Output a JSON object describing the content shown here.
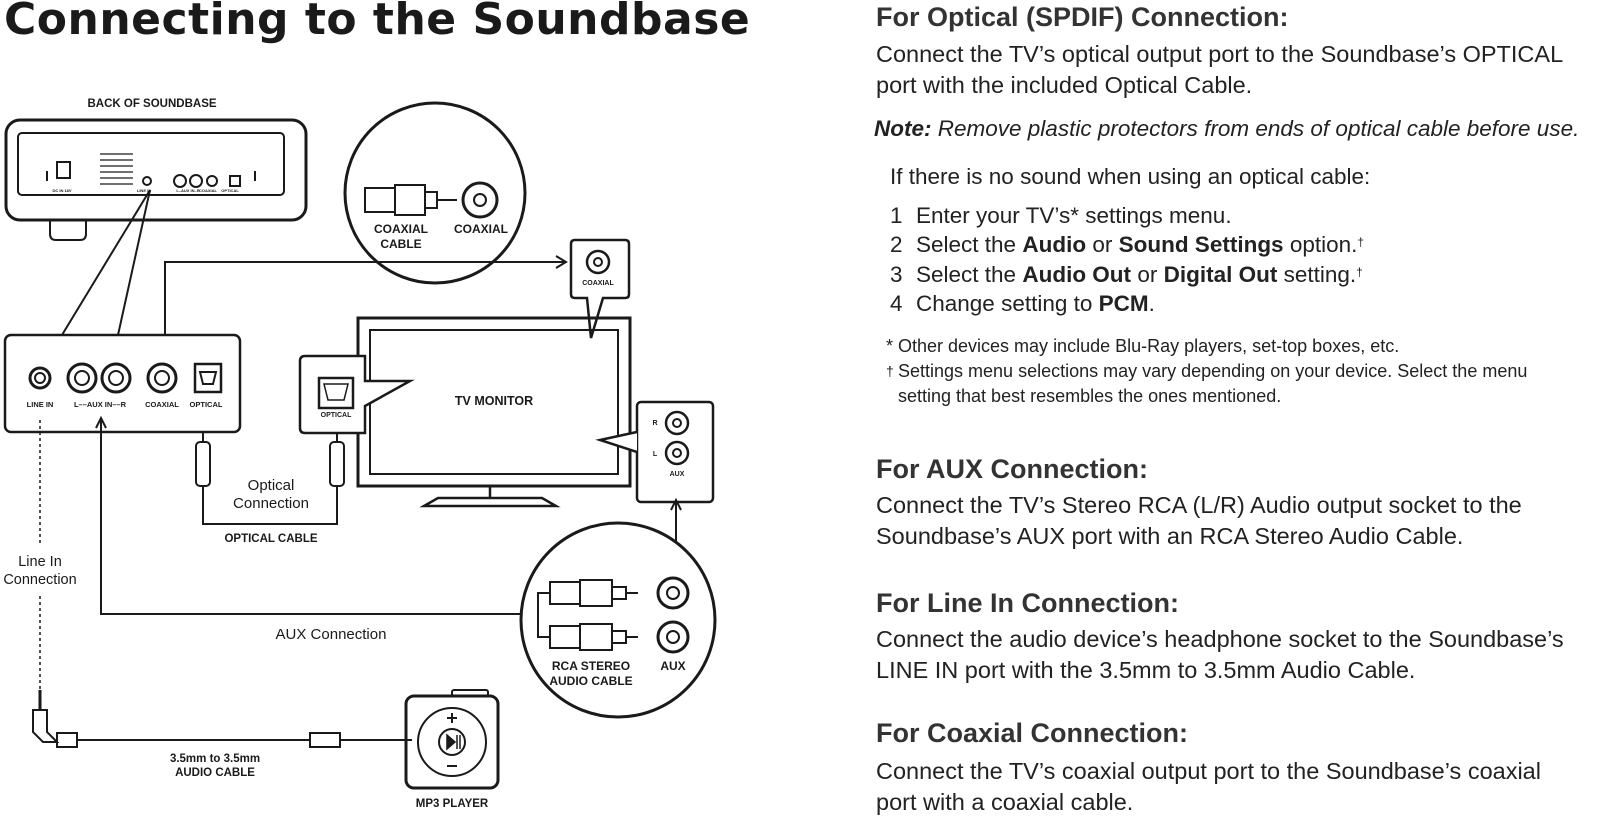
{
  "title": "Connecting to the Soundbase",
  "diagram": {
    "back_label": "BACK OF SOUNDBASE",
    "small_ports": [
      "DC IN 18V",
      "LINE IN",
      "L–AUX IN–R",
      "COAXIAL",
      "OPTICAL"
    ],
    "panel_ports": {
      "line_in": "LINE IN",
      "aux": "L––AUX IN––R",
      "coaxial": "COAXIAL",
      "optical": "OPTICAL"
    },
    "coaxial_cable_line1": "COAXIAL",
    "coaxial_cable_line2": "CABLE",
    "coaxial_port": "COAXIAL",
    "tv_coaxial": "COAXIAL",
    "tv_monitor": "TV MONITOR",
    "tv_optical": "OPTICAL",
    "aux_r": "R",
    "aux_l": "L",
    "aux_label": "AUX",
    "optical_conn_line1": "Optical",
    "optical_conn_line2": "Connection",
    "optical_cable": "OPTICAL CABLE",
    "line_in_conn_line1": "Line In",
    "line_in_conn_line2": "Connection",
    "aux_connection": "AUX Connection",
    "rca_line1": "RCA STEREO",
    "rca_line2": "AUDIO CABLE",
    "rca_aux": "AUX",
    "audio_cable_line1": "3.5mm to 3.5mm",
    "audio_cable_line2": "AUDIO CABLE",
    "mp3_player": "MP3 PLAYER"
  },
  "optical_section": {
    "heading": "For Optical (SPDIF) Connection:",
    "body": "Connect the TV’s optical output port to the Soundbase’s OPTICAL port with the included Optical Cable.",
    "note_label": "Note:",
    "note_text": "Remove plastic protectors from ends of optical cable before use.",
    "intro": "If there is no sound when using an optical cable:",
    "steps": [
      {
        "n": "1",
        "pre": "Enter your TV’s* settings menu.",
        "b1": "",
        "mid": "",
        "b2": "",
        "post": "",
        "dagger": ""
      },
      {
        "n": "2",
        "pre": "Select the ",
        "b1": "Audio",
        "mid": " or ",
        "b2": "Sound Settings",
        "post": " option.",
        "dagger": "†"
      },
      {
        "n": "3",
        "pre": "Select the ",
        "b1": "Audio Out",
        "mid": " or ",
        "b2": "Digital Out",
        "post": " setting.",
        "dagger": "†"
      },
      {
        "n": "4",
        "pre": "Change setting to ",
        "b1": "PCM",
        "mid": ".",
        "b2": "",
        "post": "",
        "dagger": ""
      }
    ],
    "footnote1": "* Other devices may include Blu-Ray players, set-top boxes, etc.",
    "footnote2_mark": "†",
    "footnote2_line1": "Settings menu selections may vary depending on your device. Select the menu",
    "footnote2_line2": "setting that best resembles the ones mentioned."
  },
  "aux_section": {
    "heading": "For AUX Connection:",
    "body": "Connect the TV’s Stereo RCA (L/R) Audio output socket to the Soundbase’s AUX port with an RCA Stereo Audio Cable."
  },
  "linein_section": {
    "heading": "For Line In Connection:",
    "body": "Connect the audio device’s headphone socket to the Soundbase’s LINE IN port with the 3.5mm to 3.5mm Audio Cable."
  },
  "coaxial_section": {
    "heading": "For Coaxial Connection:",
    "body": "Connect the TV’s coaxial output port to the Soundbase’s coaxial port with a coaxial cable."
  }
}
